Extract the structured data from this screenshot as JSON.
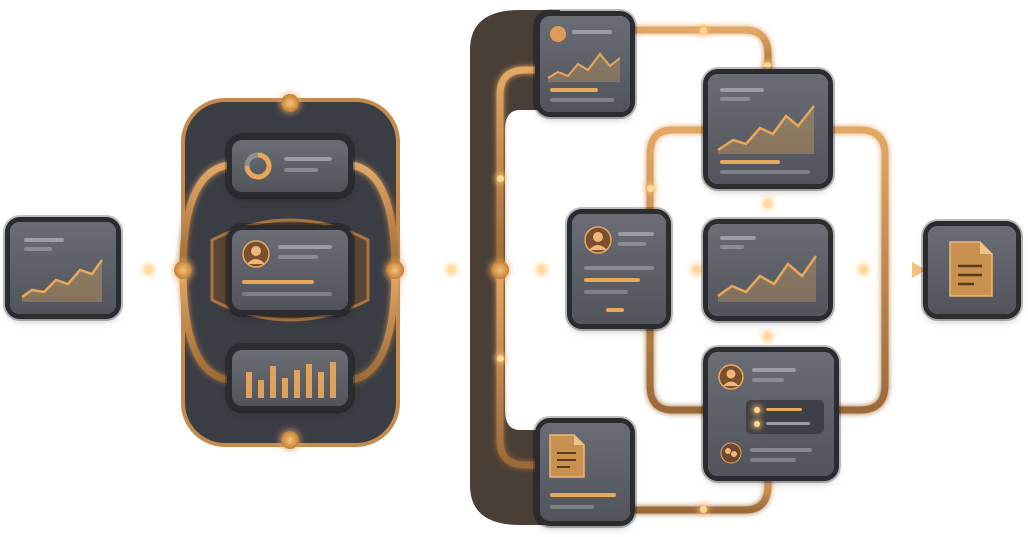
{
  "diagram": {
    "type": "workflow-flowchart",
    "accent_color": "#e6a85b",
    "connector_color": "#c88a4a",
    "card_color": "#5d6067",
    "frame_color": "#2b2c30",
    "nodes": [
      {
        "id": "source-chart-card",
        "icon": "area-chart-icon"
      },
      {
        "id": "donut-summary-card",
        "icon": "donut-chart-icon"
      },
      {
        "id": "user-profile-card",
        "icon": "user-icon"
      },
      {
        "id": "bar-chart-card",
        "icon": "bar-chart-icon"
      },
      {
        "id": "top-profile-chart-card",
        "icon": "user-icon"
      },
      {
        "id": "document-card",
        "icon": "document-icon"
      },
      {
        "id": "center-profile-card",
        "icon": "user-icon"
      },
      {
        "id": "right-top-chart-card",
        "icon": "area-chart-icon"
      },
      {
        "id": "right-middle-chart-card",
        "icon": "area-chart-icon"
      },
      {
        "id": "right-bottom-profile-card",
        "icon": "user-icon"
      },
      {
        "id": "output-document-card",
        "icon": "document-icon"
      }
    ]
  }
}
